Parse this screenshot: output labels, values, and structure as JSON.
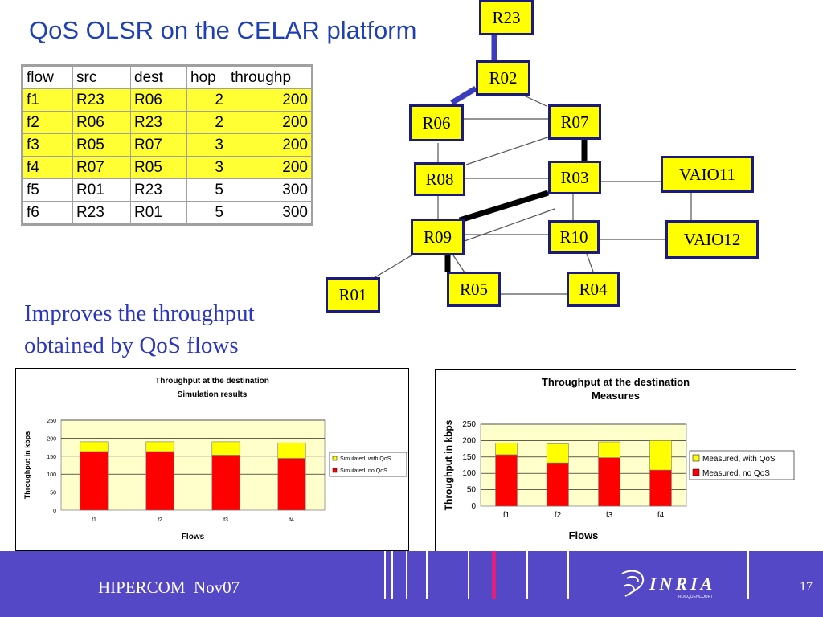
{
  "slide": {
    "title": "QoS OLSR on the CELAR platform",
    "subtitle_line1": "Improves the throughput",
    "subtitle_line2": "obtained by QoS flows"
  },
  "table": {
    "headers": [
      "flow",
      "src",
      "dest",
      "hop",
      "throughp"
    ],
    "rows": [
      {
        "flow": "f1",
        "src": "R23",
        "dest": "R06",
        "hop": "2",
        "throughput": "200",
        "qos": true
      },
      {
        "flow": "f2",
        "src": "R06",
        "dest": "R23",
        "hop": "2",
        "throughput": "200",
        "qos": true
      },
      {
        "flow": "f3",
        "src": "R05",
        "dest": "R07",
        "hop": "3",
        "throughput": "200",
        "qos": true
      },
      {
        "flow": "f4",
        "src": "R07",
        "dest": "R05",
        "hop": "3",
        "throughput": "200",
        "qos": true
      },
      {
        "flow": "f5",
        "src": "R01",
        "dest": "R23",
        "hop": "5",
        "throughput": "300",
        "qos": false
      },
      {
        "flow": "f6",
        "src": "R23",
        "dest": "R01",
        "hop": "5",
        "throughput": "300",
        "qos": false
      }
    ]
  },
  "network": {
    "nodes": [
      "R23",
      "R02",
      "R06",
      "R07",
      "R08",
      "R03",
      "VAIO11",
      "R09",
      "R10",
      "VAIO12",
      "R01",
      "R05",
      "R04"
    ]
  },
  "colors": {
    "footer": "#5548c6",
    "node_fill": "#ffff00",
    "node_border": "#1a1a80",
    "qos_row": "#ffff33",
    "with_qos": "#ffff00",
    "no_qos": "#ff0000",
    "plot_bg": "#ffffcc",
    "title": "#1f3fb5"
  },
  "chart_data": [
    {
      "type": "bar",
      "stacked": true,
      "title": "Throughput at the destination",
      "subtitle": "Simulation results",
      "xlabel": "Flows",
      "ylabel": "Throughput in kbps",
      "categories": [
        "f1",
        "f2",
        "f3",
        "f4"
      ],
      "yticks": [
        "0",
        "50",
        "100",
        "150",
        "200",
        "250"
      ],
      "ylim": [
        0,
        250
      ],
      "legend_position": "right",
      "series": [
        {
          "name": "Simulated, with QoS",
          "values": [
            27,
            27,
            37,
            43
          ],
          "color": "#ffff00"
        },
        {
          "name": "Simulated, no QoS",
          "values": [
            163,
            163,
            153,
            144
          ],
          "color": "#ff0000"
        }
      ]
    },
    {
      "type": "bar",
      "stacked": true,
      "title": "Throughput at the destination",
      "subtitle": "Measures",
      "xlabel": "Flows",
      "ylabel": "Throughput in kbps",
      "categories": [
        "f1",
        "f2",
        "f3",
        "f4"
      ],
      "yticks": [
        "0",
        "50",
        "100",
        "150",
        "200",
        "250"
      ],
      "ylim": [
        0,
        250
      ],
      "legend_position": "right",
      "series": [
        {
          "name": "Measured, with QoS",
          "values": [
            35,
            58,
            48,
            90
          ],
          "color": "#ffff00"
        },
        {
          "name": "Measured, no QoS",
          "values": [
            157,
            132,
            148,
            110
          ],
          "color": "#ff0000"
        }
      ]
    }
  ],
  "footer": {
    "left_text": "HIPERCOM  Nov07",
    "page_number": "17",
    "logo_text": "INRIA",
    "logo_sub": "ROCQUENCOURT"
  }
}
